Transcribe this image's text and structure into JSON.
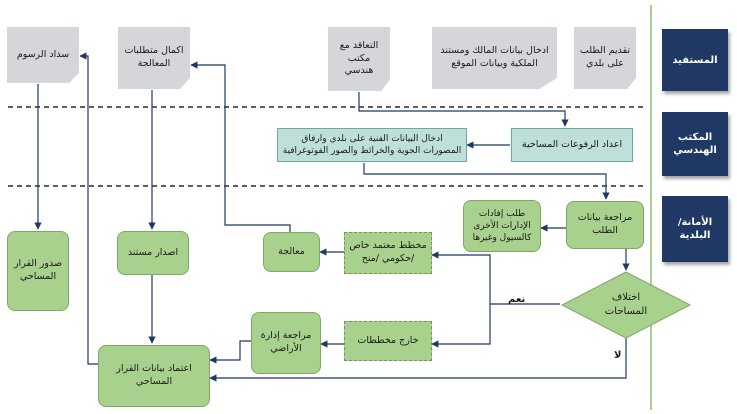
{
  "lanes": {
    "beneficiary": "المستفيد",
    "engineering_office": "المكتب الهندسي",
    "municipality": "الأمانة/ البلدية"
  },
  "nodes": {
    "submit_request": "تقديم الطلب على بلدي",
    "owner_data": "ادخال بيانات المالك ومستند الملكية وبيانات الموقع",
    "contract_engineer": "التعاقد مع مكتب هندسي",
    "complete_requirements": "اكمال متطلبات المعالجة",
    "pay_fees": "سداد الرسوم",
    "survey_prep": "اعداد الرفوعات المساحية",
    "technical_data": "ادخال البيانات الفنية على بلدي وارفاق المصورات الجوية والخرائط والصور الفوتوغرافية",
    "review_request": "مراجعة بيانات الطلب",
    "other_departments": "طلب إفادات الإدارات الأخرى كالسيول وغيرها",
    "area_difference": "اختلاف المساحات",
    "private_plan": "مخطط معتمد خاص /حكومي /منح",
    "outside_plans": "خارج مخططات",
    "processing": "معالجة",
    "land_management_review": "مراجعة إدارة الأراضي",
    "issue_document": "اصدار مستند",
    "approve_decision": "اعتماد بيانات القرار المساحي",
    "survey_decision": "صدور القرار المساحي"
  },
  "edge_labels": {
    "yes": "نعم",
    "no": "لا"
  },
  "colors": {
    "lane_label": "#1f3864",
    "gray_doc": "#d4d6d9",
    "green_process": "#a9d18e",
    "teal_process": "#bfe0da",
    "connector": "#1f3864"
  }
}
